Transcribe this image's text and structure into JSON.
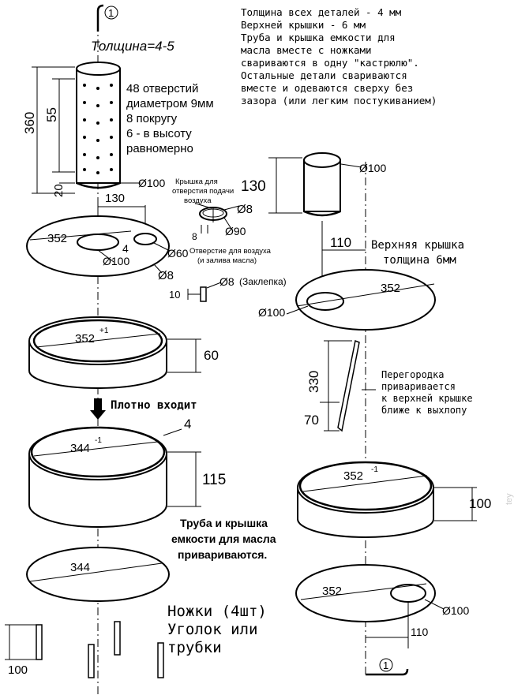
{
  "notes": {
    "main": [
      "Толщина всех деталей - 4 мм",
      "Верхней крышки - 6 мм",
      "Труба и крышка емкости для",
      "масла вместе с ножками",
      "свариваются в одну \"кастрюлю\".",
      "Остальные детали свариваются",
      "вместе и одеваются сверху без",
      "зазора (или легким постукиванием)"
    ],
    "thickness": "Толщина=4-5",
    "holes": [
      "48 отверстий",
      "диаметром 9мм",
      "8 покругу",
      "6 - в высоту",
      "равномерно"
    ],
    "cover_label": [
      "Крышка для",
      "отверстия подачи",
      "воздуха"
    ],
    "air_hole": [
      "Отверстие для воздуха",
      "(и залива масла)"
    ],
    "rivet": "(Заклепка)",
    "fits": "Плотно входит",
    "welded": [
      "Труба и крышка",
      "емкости для масла",
      "привариваются."
    ],
    "legs": [
      "Ножки (4шт)",
      "Уголок или",
      "трубки"
    ],
    "top_cover": [
      "Верхняя крышка",
      "толщина 6мм"
    ],
    "partition": [
      "Перегородка",
      "приваривается",
      "к верхней крышке",
      "ближе к выхлопу"
    ],
    "section": "1",
    "watermark": "tey"
  },
  "dims": {
    "d360": "360",
    "d55": "55",
    "d20": "20",
    "d100_pipe": "Ø100",
    "d130_h": "130",
    "d130_v": "130",
    "d8_cover": "Ø8",
    "d8_small": "8",
    "d90": "Ø90",
    "d352_lid": "352",
    "d4": "4",
    "d100_lid": "Ø100",
    "d60_hole": "Ø60",
    "d8_lid": "Ø8",
    "d10": "10",
    "d8_rivet": "Ø8",
    "d352p1": "352",
    "sup_p1": "+1",
    "d60_ring": "60",
    "d344m1": "344",
    "sup_m1": "-1",
    "d4_wall": "4",
    "d115": "115",
    "d344": "344",
    "d100_leg": "100",
    "d100_top": "Ø100",
    "d110_top": "110",
    "d352_top": "352",
    "d100_tophole": "Ø100",
    "d330": "330",
    "d70": "70",
    "d352m1": "352",
    "d100_ring": "100",
    "d352_bot": "352",
    "d100_bot": "Ø100",
    "d110_bot": "110"
  }
}
